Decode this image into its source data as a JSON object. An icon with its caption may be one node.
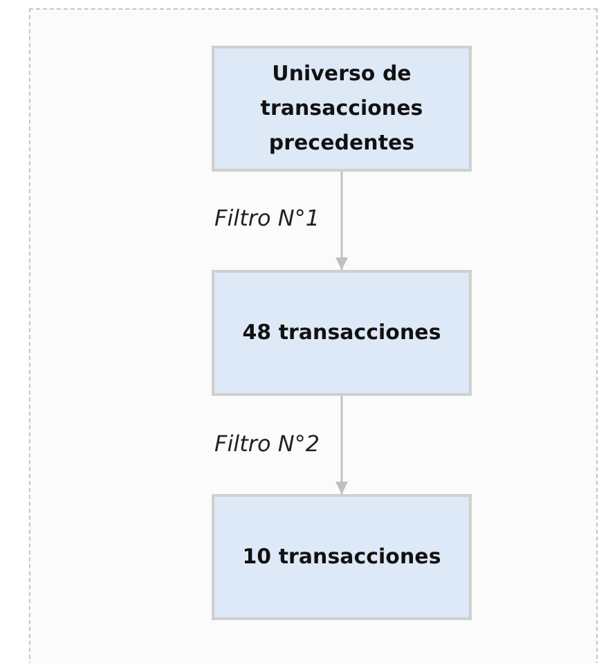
{
  "diagram": {
    "nodes": [
      {
        "text": [
          "Universo de transacciones precedentes"
        ]
      },
      {
        "text": [
          "48 transacciones"
        ]
      },
      {
        "text": [
          "10 transacciones"
        ]
      }
    ],
    "edges": [
      {
        "from": 0,
        "to": 1,
        "arrow": "to",
        "label": "Filtro N°1"
      },
      {
        "from": 1,
        "to": 2,
        "arrow": "to",
        "label": "Filtro N°2"
      }
    ]
  }
}
